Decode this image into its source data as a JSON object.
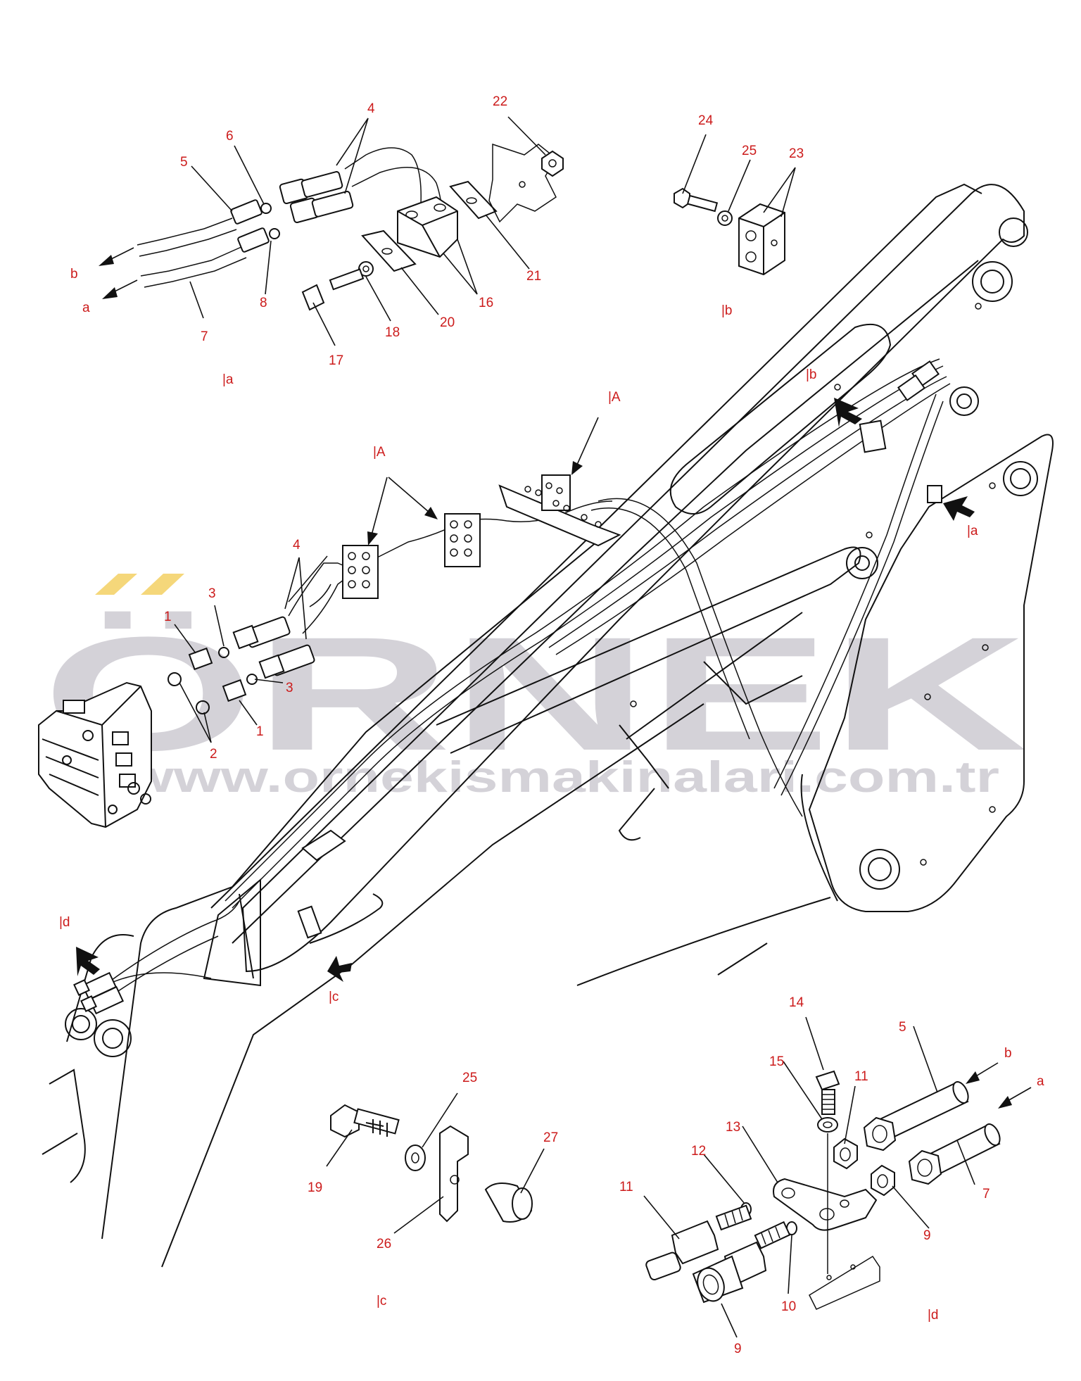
{
  "watermark": {
    "brand": "ÖRNEK",
    "url": "www.ornekismakinalari.com.tr",
    "brand_color": "#d4d2d8",
    "accent_color": "#f5d77a"
  },
  "colors": {
    "label": "#cc1b1b",
    "line": "#111111"
  },
  "sections": {
    "a": "|a",
    "b": "|b",
    "c": "|c",
    "d": "|d",
    "A": "|A"
  },
  "callouts": {
    "a_detail": [
      "4",
      "6",
      "5",
      "8",
      "7",
      "22",
      "21",
      "16",
      "20",
      "18",
      "17",
      "b",
      "a"
    ],
    "b_detail": [
      "24",
      "25",
      "23"
    ],
    "main_view": [
      "4",
      "1",
      "3",
      "3",
      "1",
      "2"
    ],
    "c_detail": [
      "25",
      "27",
      "19",
      "26"
    ],
    "d_detail": [
      "14",
      "15",
      "11",
      "5",
      "b",
      "a",
      "13",
      "12",
      "11",
      "7",
      "9",
      "10",
      "9"
    ]
  }
}
